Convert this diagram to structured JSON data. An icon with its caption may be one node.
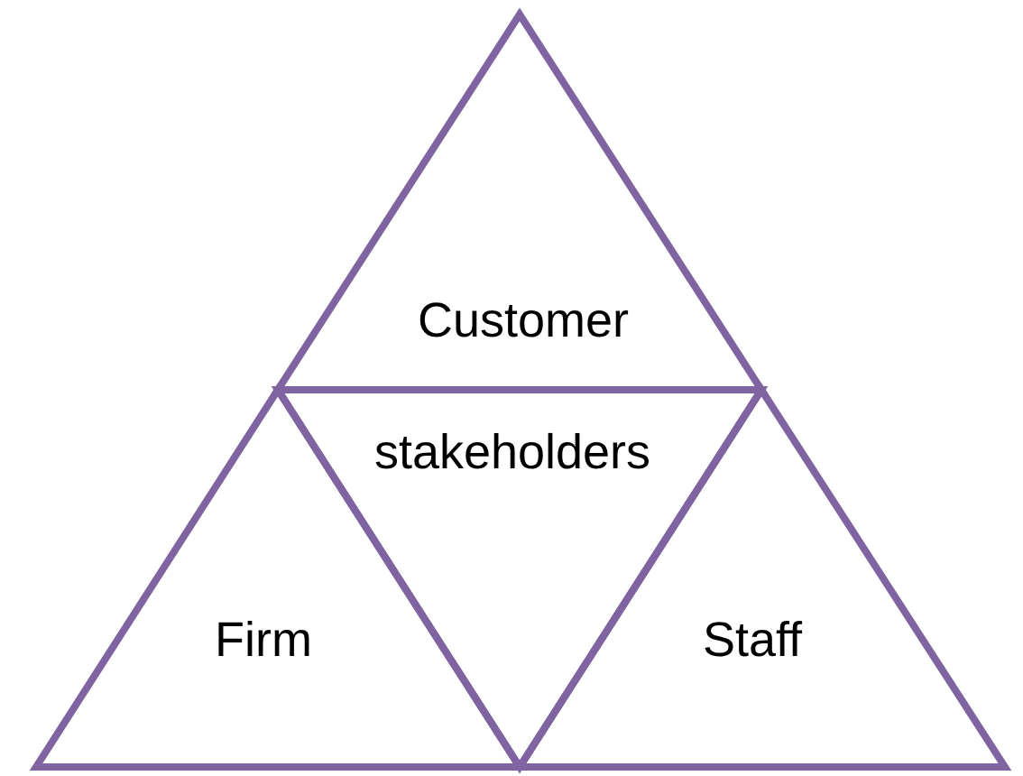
{
  "diagram": {
    "nodes": [
      {
        "text": [
          "Customer"
        ]
      },
      {
        "text": [
          "stakeholders"
        ]
      },
      {
        "text": [
          "Firm"
        ]
      },
      {
        "text": [
          "Staff"
        ]
      }
    ]
  }
}
